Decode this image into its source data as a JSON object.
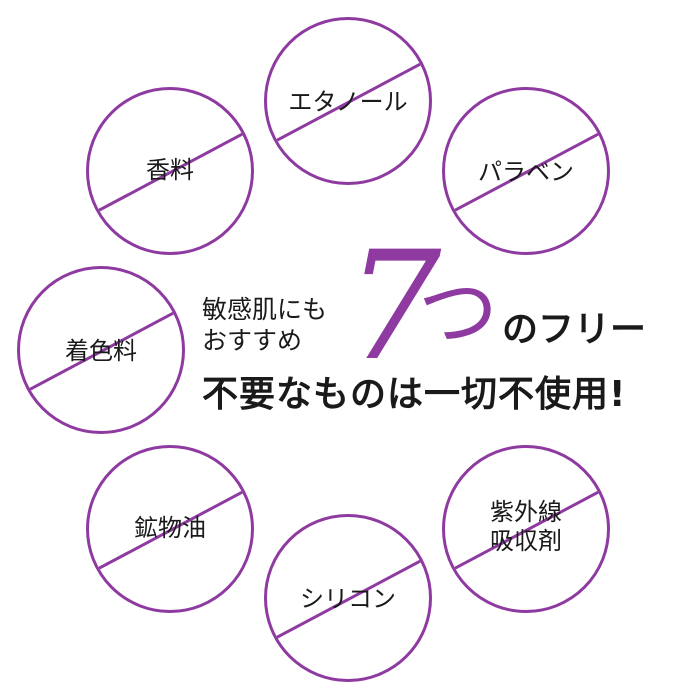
{
  "accent_color": "#8e3aa0",
  "circles": [
    {
      "label": "エタノール"
    },
    {
      "label": "パラベン"
    },
    {
      "label": "香料"
    },
    {
      "label": "着色料"
    },
    {
      "label": "鉱物油"
    },
    {
      "label": "紫外線\n吸収剤"
    },
    {
      "label": "シリコン"
    }
  ],
  "headline": {
    "line1": "敏感肌にも",
    "line2": "おすすめ",
    "number": "7",
    "counter": "つ",
    "suffix": "のフリー",
    "subline": "不要なものは一切不使用!"
  }
}
